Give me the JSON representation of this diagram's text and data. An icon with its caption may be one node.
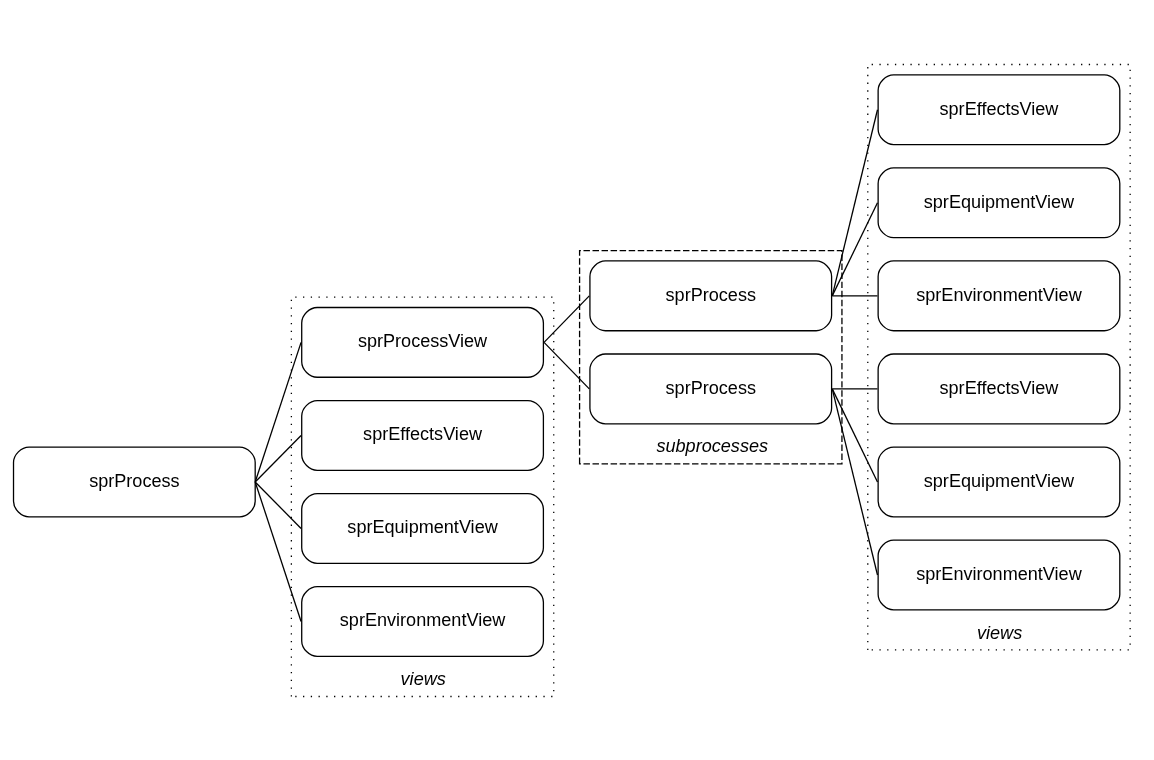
{
  "diagram": {
    "nodes": [
      {
        "text": [
          "sprProcess"
        ]
      },
      {
        "text": [
          "views"
        ]
      },
      {
        "text": [
          "sprProcessView"
        ],
        "in": 1
      },
      {
        "text": [
          "sprEffectsView"
        ],
        "in": 1
      },
      {
        "text": [
          "sprEquipmentView"
        ],
        "in": 1
      },
      {
        "text": [
          "sprEnvironmentView"
        ],
        "in": 1
      },
      {
        "text": [
          "subprocesses"
        ]
      },
      {
        "text": [
          "sprProcess"
        ],
        "in": 6
      },
      {
        "text": [
          "sprProcess"
        ],
        "in": 6
      },
      {
        "text": [
          "views"
        ]
      },
      {
        "text": [
          "sprEffectsView"
        ],
        "in": 9
      },
      {
        "text": [
          "sprEquipmentView"
        ],
        "in": 9
      },
      {
        "text": [
          "sprEnvironmentView"
        ],
        "in": 9
      },
      {
        "text": [
          "sprEffectsView"
        ],
        "in": 9
      },
      {
        "text": [
          "sprEquipmentView"
        ],
        "in": 9
      },
      {
        "text": [
          "sprEnvironmentView"
        ],
        "in": 9
      }
    ],
    "edges": [
      {
        "from": 0,
        "to": 2,
        "arrow": "none"
      },
      {
        "from": 0,
        "to": 3,
        "arrow": "none"
      },
      {
        "from": 0,
        "to": 4,
        "arrow": "none"
      },
      {
        "from": 0,
        "to": 5,
        "arrow": "none"
      },
      {
        "from": 2,
        "to": 7,
        "arrow": "none"
      },
      {
        "from": 2,
        "to": 8,
        "arrow": "none"
      },
      {
        "from": 7,
        "to": 10,
        "arrow": "none"
      },
      {
        "from": 7,
        "to": 11,
        "arrow": "none"
      },
      {
        "from": 7,
        "to": 12,
        "arrow": "none"
      },
      {
        "from": 8,
        "to": 13,
        "arrow": "none"
      },
      {
        "from": 8,
        "to": 14,
        "arrow": "none"
      },
      {
        "from": 8,
        "to": 15,
        "arrow": "none"
      }
    ]
  }
}
